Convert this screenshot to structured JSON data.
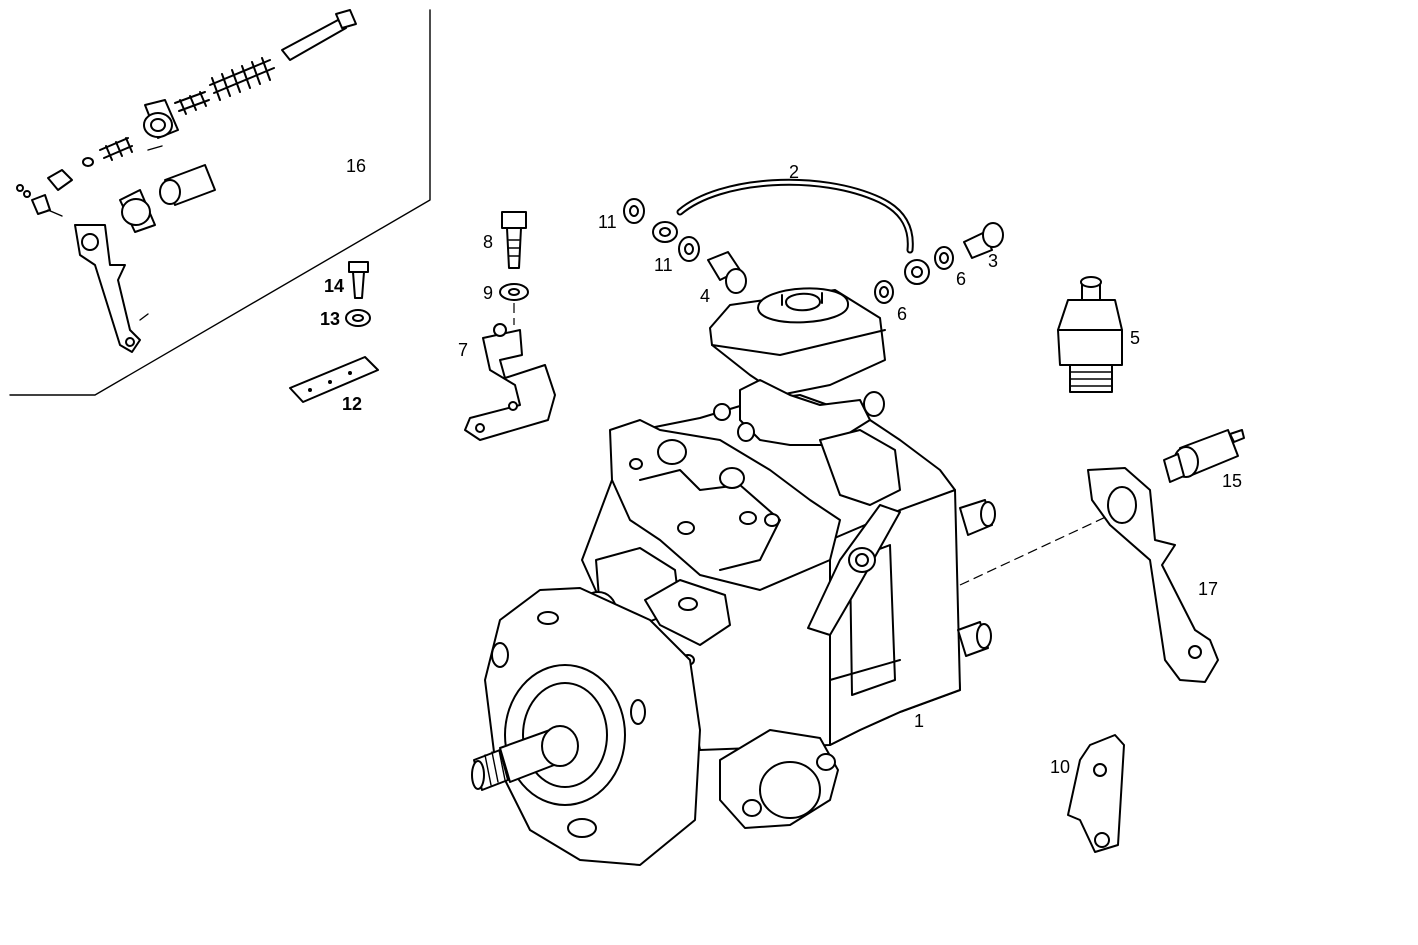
{
  "diagram": {
    "type": "exploded parts view",
    "callouts": [
      {
        "id": "c1",
        "text": "1"
      },
      {
        "id": "c2",
        "text": "2"
      },
      {
        "id": "c3",
        "text": "3"
      },
      {
        "id": "c4",
        "text": "4"
      },
      {
        "id": "c5",
        "text": "5"
      },
      {
        "id": "c6a",
        "text": "6"
      },
      {
        "id": "c6b",
        "text": "6"
      },
      {
        "id": "c7",
        "text": "7"
      },
      {
        "id": "c8",
        "text": "8"
      },
      {
        "id": "c9",
        "text": "9"
      },
      {
        "id": "c10",
        "text": "10"
      },
      {
        "id": "c11a",
        "text": "11"
      },
      {
        "id": "c11b",
        "text": "11"
      },
      {
        "id": "c12",
        "text": "12"
      },
      {
        "id": "c13",
        "text": "13"
      },
      {
        "id": "c14",
        "text": "14"
      },
      {
        "id": "c15",
        "text": "15"
      },
      {
        "id": "c16",
        "text": "16"
      },
      {
        "id": "c17",
        "text": "17"
      }
    ]
  }
}
